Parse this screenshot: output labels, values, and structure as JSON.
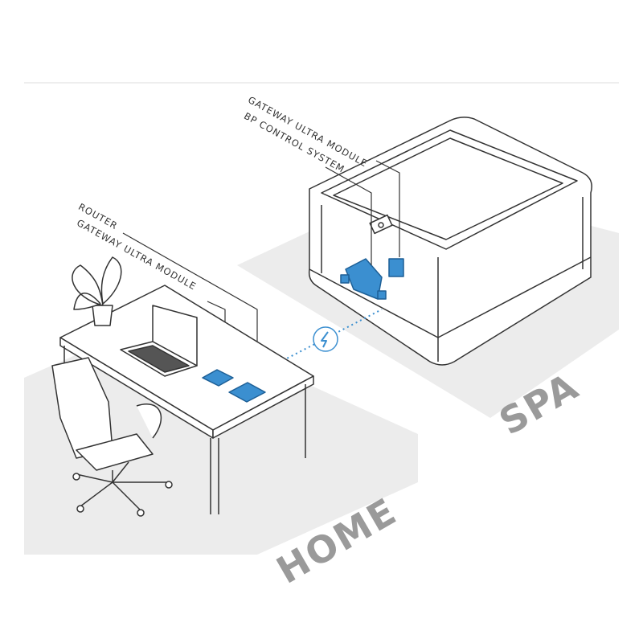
{
  "labels": {
    "spa_gateway": "GATEWAY ULTRA MODULE",
    "spa_control": "BP CONTROL SYSTEM",
    "home_router": "ROUTER",
    "home_gateway": "GATEWAY ULTRA MODULE"
  },
  "zones": {
    "spa": "SPA",
    "home": "HOME"
  },
  "colors": {
    "accent": "#3b8fd0",
    "floor": "#ececec",
    "zone_text": "#9a9a9a",
    "line": "#333333"
  },
  "icons": {
    "wireless": "lightning-bolt-icon"
  }
}
